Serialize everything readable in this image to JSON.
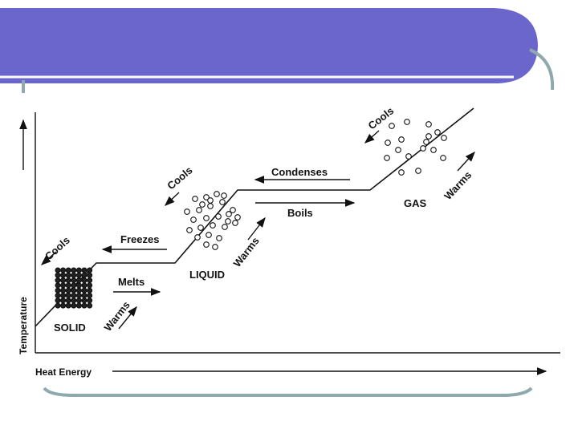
{
  "slide": {
    "colors": {
      "banner": "#6a66cc",
      "accent_line": "#8fa9ad",
      "ink": "#111111"
    }
  },
  "diagram": {
    "axes": {
      "y_label": "Temperature",
      "x_label": "Heat Energy"
    },
    "states": {
      "solid": "SOLID",
      "liquid": "LIQUID",
      "gas": "GAS"
    },
    "transitions": {
      "melts": "Melts",
      "freezes": "Freezes",
      "boils": "Boils",
      "condenses": "Condenses"
    },
    "slope_labels": {
      "warms_solid": "Warms",
      "cools_solid": "Cools",
      "warms_liquid": "Warms",
      "cools_liquid": "Cools",
      "warms_gas": "Warms",
      "cools_gas": "Cools"
    }
  }
}
